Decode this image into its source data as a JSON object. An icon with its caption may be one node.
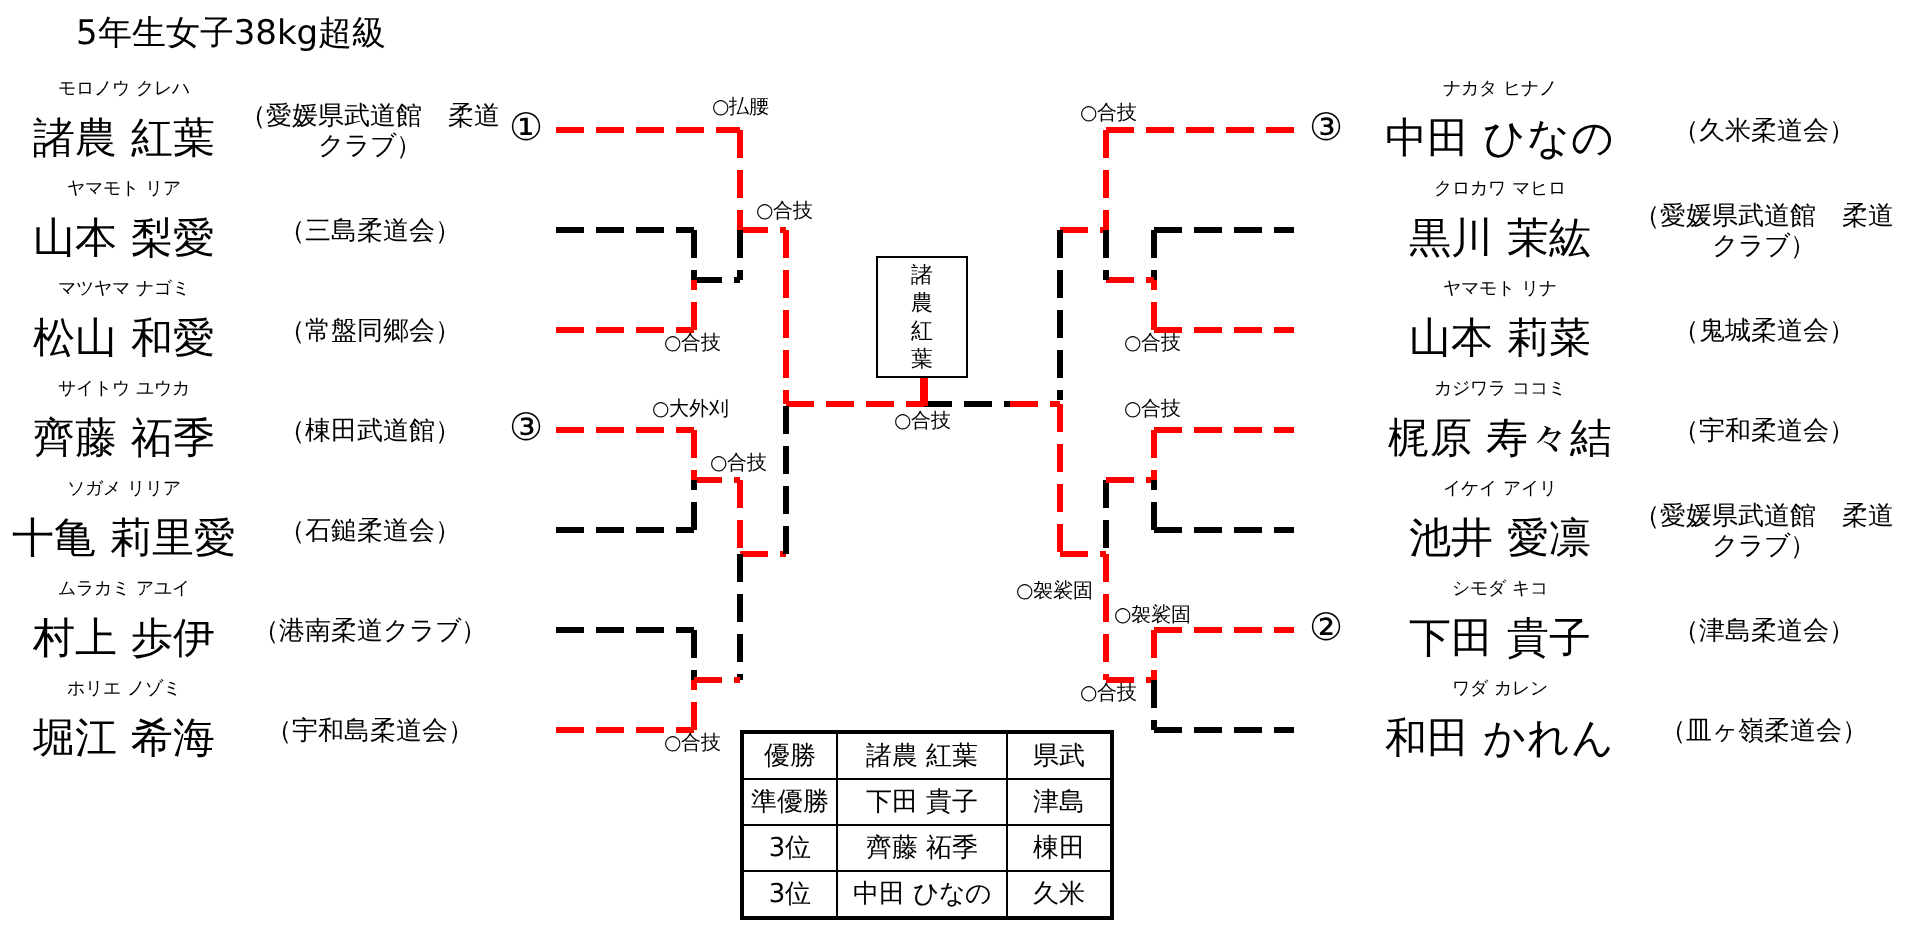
{
  "diagram": {
    "title": "5年生女子38kg超級",
    "nodes": [
      {
        "text": [
          "諸農紅葉"
        ]
      }
    ],
    "labels": [
      "モロノウ クレハ",
      "諸農 紅葉",
      "（愛媛県武道館　柔道クラブ）",
      "ヤマモト リア",
      "山本 梨愛",
      "（三島柔道会）",
      "マツヤマ ナゴミ",
      "松山 和愛",
      "（常盤同郷会）",
      "サイトウ ユウカ",
      "齊藤 祏季",
      "（棟田武道館）",
      "ソガメ リリア",
      "十亀 莉里愛",
      "（石鎚柔道会）",
      "ムラカミ アユイ",
      "村上 歩伊",
      "（港南柔道クラブ）",
      "ホリエ ノゾミ",
      "堀江 希海",
      "（宇和島柔道会）",
      "①",
      "③",
      "○払腰",
      "○合技",
      "○合技",
      "○大外刈",
      "○合技",
      "○合技",
      "○合技",
      "③",
      "②",
      "○合技",
      "○合技",
      "○合技",
      "○袈裟固",
      "○袈裟固",
      "○合技",
      "ナカタ ヒナノ",
      "中田 ひなの",
      "（久米柔道会）",
      "クロカワ マヒロ",
      "黒川 茉紘",
      "（愛媛県武道館　柔道クラブ）",
      "ヤマモト リナ",
      "山本 莉菜",
      "（鬼城柔道会）",
      "カジワラ ココミ",
      "梶原 寿々結",
      "（宇和柔道会）",
      "イケイ アイリ",
      "池井 愛凛",
      "（愛媛県武道館　柔道クラブ）",
      "シモダ キコ",
      "下田 貴子",
      "（津島柔道会）",
      "ワダ カレン",
      "和田 かれん",
      "（皿ヶ嶺柔道会）",
      "優勝",
      "諸農 紅葉",
      "県武",
      "準優勝",
      "下田 貴子",
      "津島",
      "3位",
      "齊藤 祏季",
      "棟田",
      "3位",
      "中田 ひなの",
      "久米"
    ]
  }
}
